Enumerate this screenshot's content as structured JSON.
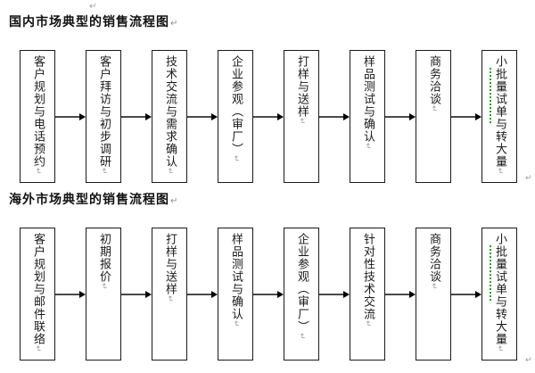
{
  "document": {
    "top_paragraph_mark": "↵",
    "line_break_mark": "↵",
    "canvas_anchor_mark": "↵"
  },
  "colors": {
    "background": "#ffffff",
    "box_border": "#1a1a1a",
    "text": "#1a1a1a",
    "formatting_mark": "#9a9a9a",
    "arrow_line": "#4a4a4a",
    "arrow_head": "#000000",
    "grammar_squiggle": "#2e9e2e"
  },
  "flowcharts": [
    {
      "title": "国内市场典型的销售流程图",
      "steps": [
        "客户规划与电话预约",
        "客户拜访与初步调研",
        "技术交流与需求确认",
        "企业参观（审厂）",
        "打样与送样",
        "样品测试与确认",
        "商务洽谈",
        "小批量试单与转大量"
      ]
    },
    {
      "title": "海外市场典型的销售流程图",
      "steps": [
        "客户规划与邮件联络",
        "初期报价",
        "打样与送样",
        "样品测试与确认",
        "企业参观（审厂）",
        "针对性技术交流",
        "商务洽谈",
        "小批量试单与转大量"
      ]
    }
  ]
}
